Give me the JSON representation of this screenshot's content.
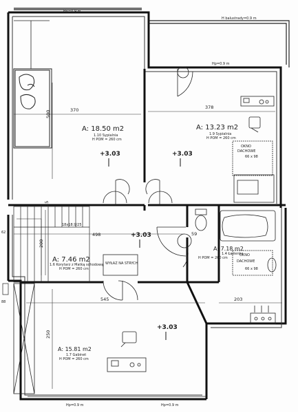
{
  "top": {
    "hp_top": "Hp=0.9 m",
    "h_balustrady": "H balustrady=0.9 m",
    "hp_mid": "Hp=0.9 m"
  },
  "rooms": {
    "r110": {
      "area": "A: 18.50 m2",
      "name": "1.10 Sypialnia",
      "hpom": "H POM = 260 cm",
      "dim_width": "370",
      "dim_height": "500"
    },
    "r19": {
      "area": "A: 13.23 m2",
      "name": "1.9 Sypialnia",
      "hpom": "H POM = 260 cm",
      "dim_width": "378"
    },
    "r16": {
      "area": "A: 7.46 m2",
      "name": "1.6 Korytarz z Matką schodową",
      "hpom": "H POM = 260 cm",
      "dim_width": "498",
      "dim_height": "200"
    },
    "r14": {
      "area": "A: 7.18 m2",
      "name": "1.4 Łazienka",
      "hpom": "H POM = 260 cm"
    },
    "r17": {
      "area": "A: 15.81 m2",
      "name": "1.7 Gabinet",
      "hpom": "H POM = 260 cm",
      "dim_width": "545",
      "dim_height": "250"
    }
  },
  "levels": {
    "l1": "+3.03",
    "l2": "+3.03",
    "l3": "+3.03",
    "l4": "+3.03"
  },
  "windows": {
    "w1_line1": "OKNO",
    "w1_line2": "DACHOWE",
    "w1_size": "66 x 98",
    "w2_line1": "OKNO",
    "w2_line2": "DACHOWE",
    "w2_size": "66 x 98"
  },
  "stairs": {
    "note": "18x18.9/25",
    "attic_exit": "WYŁAZ NA STRYCH"
  },
  "misc_dims": {
    "d59": "59",
    "d203": "203",
    "d25": "25",
    "d_left_a": "62",
    "d_left_b": "88"
  },
  "bottom": {
    "hp_left": "Hp=0.9 m",
    "hp_right": "Hp=0.9 m"
  }
}
